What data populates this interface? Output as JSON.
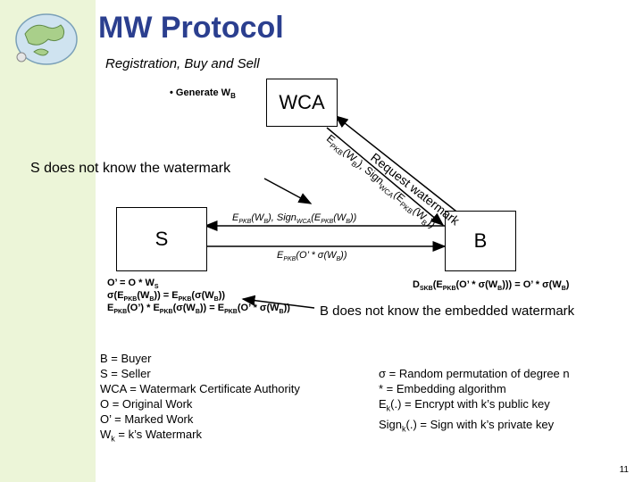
{
  "title": "MW Protocol",
  "subtitle": "Registration, Buy and Sell",
  "generate": {
    "bullet": "•",
    "text": "Generate W",
    "sub": "B"
  },
  "nodes": {
    "wca": "WCA",
    "seller": "S",
    "buyer": "B"
  },
  "notes": {
    "s_unaware": "S does not know the watermark",
    "b_unaware": "B does not know the embedded watermark"
  },
  "arrows": {
    "request": "Request watermark",
    "wca_reply_a": "E",
    "wca_reply_a_sub": "PKB",
    "wca_reply_b": "(W",
    "wca_reply_b_sub": "B",
    "wca_reply_c": "), Sign",
    "wca_reply_c_sub": "WCA",
    "wca_reply_d": "(E",
    "wca_reply_d_sub": "PKB",
    "wca_reply_e": "(W",
    "wca_reply_e_sub": "B",
    "wca_reply_f": "))",
    "b_to_s": {
      "p1": "E",
      "p1s": "PKB",
      "p2": "(W",
      "p2s": "B",
      "p3": "), Sign",
      "p3s": "WCA",
      "p4": "(E",
      "p4s": "PKB",
      "p5": "(W",
      "p5s": "B",
      "p6": "))"
    },
    "s_to_b": {
      "p1": "E",
      "p1s": "PKB",
      "p2": "(O’ * σ(W",
      "p2s": "B",
      "p3": "))"
    }
  },
  "seller_calc": [
    {
      "a": "O’ = O * W",
      "as": "S"
    },
    {
      "a": "σ(E",
      "as": "PKB",
      "b": "(W",
      "bs": "B",
      "c": ")) = E",
      "cs": "PKB",
      "d": "(σ(W",
      "ds": "B",
      "e": "))"
    },
    {
      "a": "E",
      "as": "PKB",
      "b": "(O’) * E",
      "bs": "PKB",
      "c": "(σ(W",
      "cs": "B",
      "d": ")) = E",
      "ds": "PKB",
      "e": "(O’ * σ(W",
      "es": "B",
      "f": "))"
    }
  ],
  "buyer_calc": {
    "a": "D",
    "as": "SKB",
    "b": "(E",
    "bs": "PKB",
    "c": "(O’ * σ(W",
    "cs": "B",
    "d": "))) = O’ * σ(W",
    "ds": "B",
    "e": ")"
  },
  "legend_left": [
    "B = Buyer",
    "S = Seller",
    "WCA = Watermark Certificate Authority",
    "O = Original Work",
    "O’ = Marked Work",
    {
      "a": "W",
      "as": "k",
      "b": " = k’s Watermark"
    }
  ],
  "legend_right": [
    "σ = Random permutation of degree n",
    "* = Embedding algorithm",
    {
      "a": "E",
      "as": "k",
      "b": "(.) = Encrypt with k’s public key"
    },
    {
      "a": "Sign",
      "as": "k",
      "b": "(.) = Sign with k’s private key"
    }
  ],
  "page_number": "11",
  "colors": {
    "title": "#2b3f8f",
    "sidebar": "#ecf5d8",
    "lines": "#000000"
  }
}
